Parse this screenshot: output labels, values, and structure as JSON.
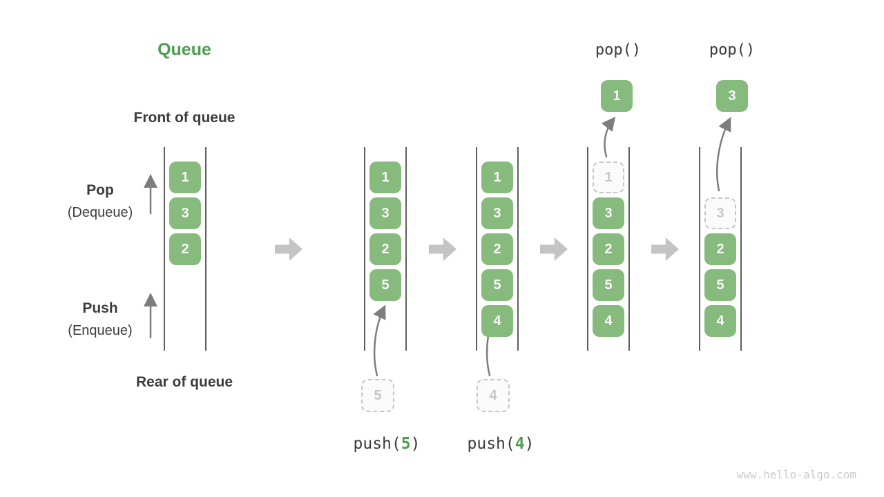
{
  "title": "Queue",
  "watermark": "www.hello-algo.com",
  "side_labels": {
    "front": "Front of queue",
    "rear": "Rear of queue",
    "pop": "Pop",
    "pop_sub": "(Dequeue)",
    "push": "Push",
    "push_sub": "(Enqueue)"
  },
  "states": [
    {
      "name": "initial",
      "slots": [
        {
          "value": "1",
          "type": "solid"
        },
        {
          "value": "3",
          "type": "solid"
        },
        {
          "value": "2",
          "type": "solid"
        }
      ]
    },
    {
      "name": "after-push-5",
      "operation": {
        "fn": "push(",
        "arg": "5",
        "close": ")"
      },
      "incoming": "5",
      "slots": [
        {
          "value": "1",
          "type": "solid"
        },
        {
          "value": "3",
          "type": "solid"
        },
        {
          "value": "2",
          "type": "solid"
        },
        {
          "value": "5",
          "type": "solid"
        }
      ]
    },
    {
      "name": "after-push-4",
      "operation": {
        "fn": "push(",
        "arg": "4",
        "close": ")"
      },
      "incoming": "4",
      "slots": [
        {
          "value": "1",
          "type": "solid"
        },
        {
          "value": "3",
          "type": "solid"
        },
        {
          "value": "2",
          "type": "solid"
        },
        {
          "value": "5",
          "type": "solid"
        },
        {
          "value": "4",
          "type": "solid"
        }
      ]
    },
    {
      "name": "after-pop-1",
      "operation_label": "pop()",
      "popped": "1",
      "slots": [
        {
          "value": "1",
          "type": "dashed"
        },
        {
          "value": "3",
          "type": "solid"
        },
        {
          "value": "2",
          "type": "solid"
        },
        {
          "value": "5",
          "type": "solid"
        },
        {
          "value": "4",
          "type": "solid"
        }
      ]
    },
    {
      "name": "after-pop-3",
      "operation_label": "pop()",
      "popped": "3",
      "slots": [
        {
          "value": "3",
          "type": "dashed"
        },
        {
          "value": "2",
          "type": "solid"
        },
        {
          "value": "5",
          "type": "solid"
        },
        {
          "value": "4",
          "type": "solid"
        }
      ]
    }
  ],
  "colors": {
    "box_green": "#87BB7E",
    "accent_green": "#4D9E51",
    "text_dark": "#3C3C3C",
    "rail_gray": "#5E5E5E",
    "thin_arrow_gray": "#7D7D7D",
    "block_arrow_gray": "#C4C4C4",
    "dashed_gray": "#C6C6C6",
    "watermark_gray": "#CBCBCB"
  }
}
